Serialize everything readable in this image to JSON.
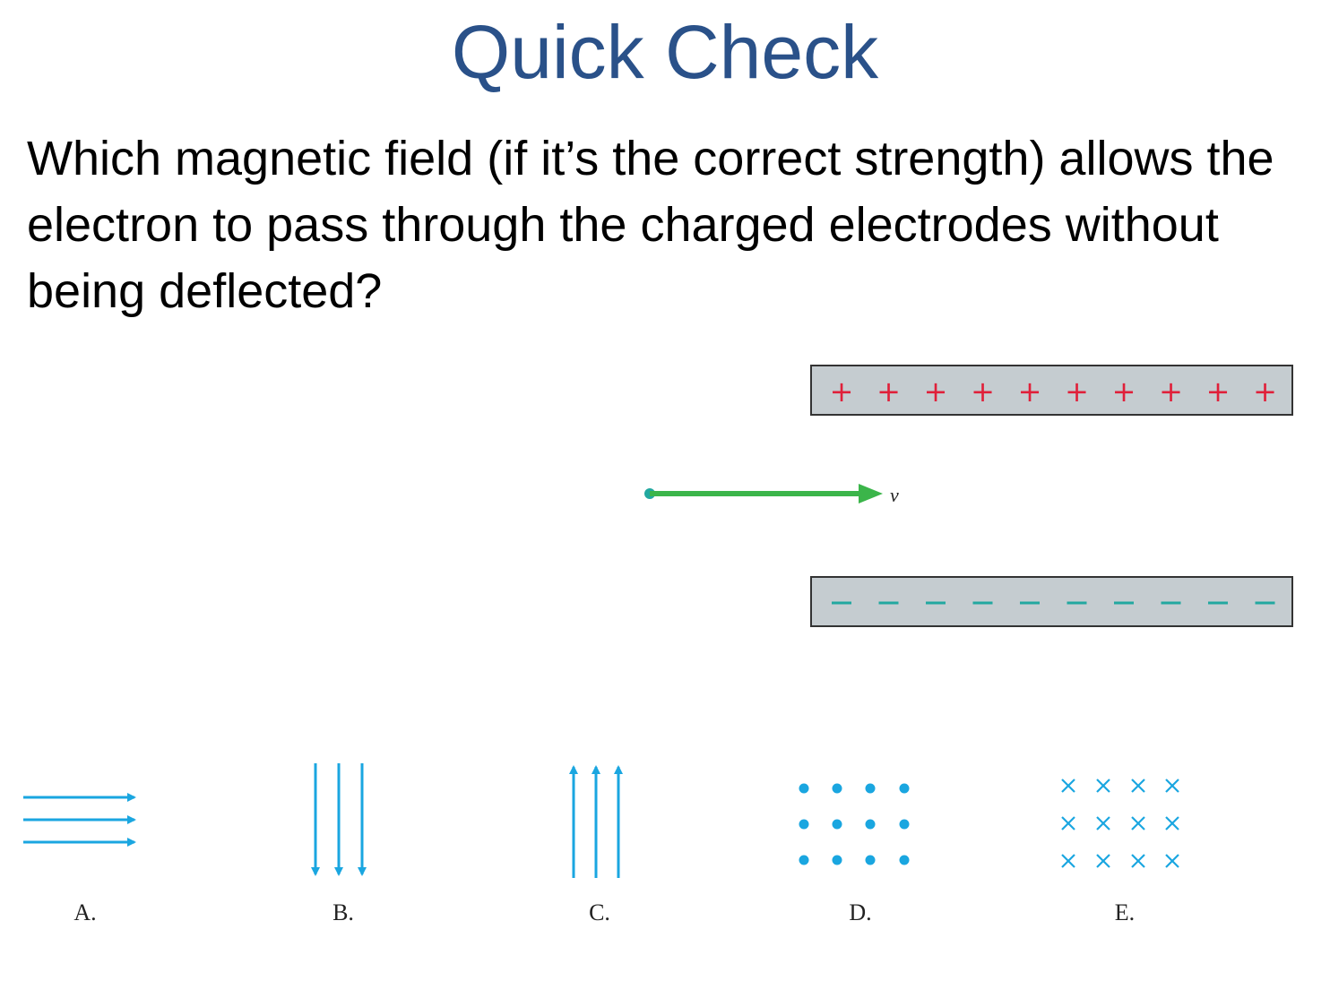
{
  "slide": {
    "title": "Quick Check",
    "question": "Which magnetic field (if it’s the correct strength) allows the electron to pass through the charged electrodes without being deflected?"
  },
  "diagram": {
    "velocity_label": "v⃗",
    "top_plate_symbol": "+",
    "bottom_plate_symbol": "−",
    "charge_count": 10,
    "plate_color": "#c5ccd0",
    "plus_color": "#e0203a",
    "minus_color": "#22a8a0",
    "velocity_color": "#3bb54a",
    "field_color": "#1aa6e0"
  },
  "options": [
    {
      "label": "A.",
      "field": "right"
    },
    {
      "label": "B.",
      "field": "down"
    },
    {
      "label": "C.",
      "field": "up"
    },
    {
      "label": "D.",
      "field": "out-of-page"
    },
    {
      "label": "E.",
      "field": "into-page"
    }
  ]
}
